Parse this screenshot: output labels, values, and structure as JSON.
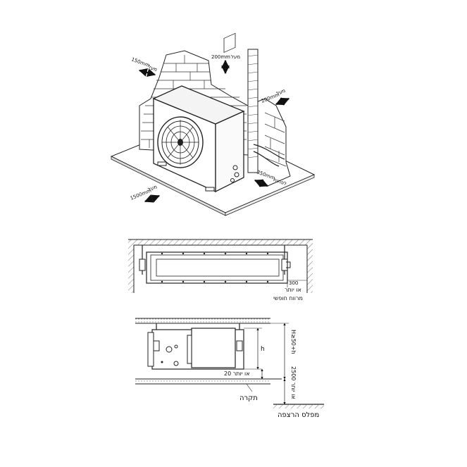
{
  "clearances": {
    "rear_left": "150mm",
    "rear_left_word": "מעל",
    "top": "200mm",
    "top_word": "מעל",
    "right": "200mm",
    "right_word": "מעל",
    "front": "1500mm",
    "front_word": "מעל",
    "service_side": "350mm",
    "service_side_word": "לפחות"
  },
  "top_view": {
    "gap_value": "300",
    "gap_word": "או יותר",
    "free_space_label": "מרווח חופשי"
  },
  "side_view": {
    "h_label": "h",
    "H_formula": "H≥50+h",
    "gap_bottom": "20 או יותר",
    "floor_height": "2500 או יותר",
    "ceiling_label": "תקרה",
    "floor_label": "מפלס הרצפה"
  },
  "colors": {
    "line": "#222222",
    "hatch": "#555555",
    "paper": "#ffffff"
  }
}
